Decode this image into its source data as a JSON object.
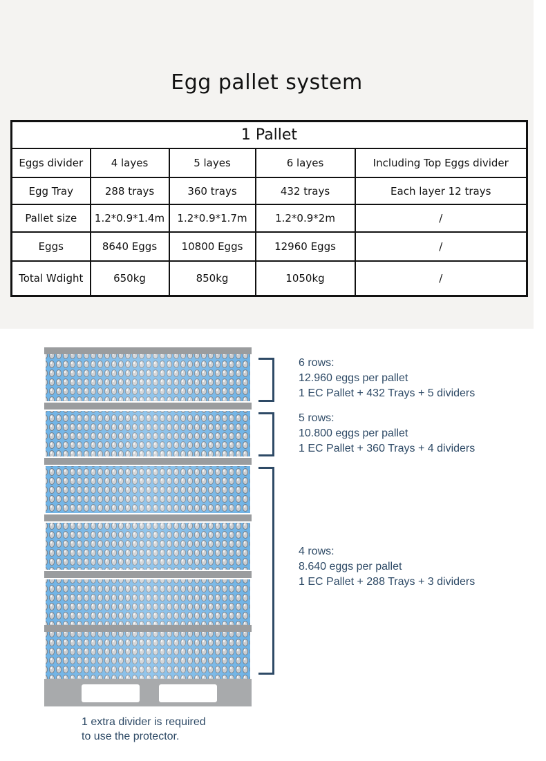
{
  "title": "Egg pallet system",
  "table": {
    "header": "1 Pallet",
    "rows": [
      [
        "Eggs divider",
        "4 layes",
        "5 layes",
        "6 layes",
        "Including Top Eggs divider"
      ],
      [
        "Egg Tray",
        "288 trays",
        "360 trays",
        "432 trays",
        "Each layer 12 trays"
      ],
      [
        "Pallet size",
        "1.2*0.9*1.4m",
        "1.2*0.9*1.7m",
        "1.2*0.9*2m",
        "/"
      ],
      [
        "Eggs",
        "8640 Eggs",
        "10800 Eggs",
        "12960 Eggs",
        "/"
      ],
      [
        "Total Wdight",
        "650kg",
        "850kg",
        "1050kg",
        "/"
      ]
    ]
  },
  "diagram": {
    "groups": [
      {
        "rows": "6 rows:",
        "eggs": "12.960 eggs per pallet",
        "config": "1 EC Pallet + 432 Trays + 5 dividers"
      },
      {
        "rows": "5 rows:",
        "eggs": "10.800 eggs per pallet",
        "config": "1 EC Pallet + 360 Trays + 4 dividers"
      },
      {
        "rows": "4 rows:",
        "eggs": "8.640 eggs per pallet",
        "config": "1 EC Pallet + 288 Trays + 3 dividers"
      }
    ],
    "note_line1": "1 extra divider is required",
    "note_line2": "to use the protector.",
    "colors": {
      "label": "#2e4a66",
      "egg_blue": "#5fa8e0",
      "divider": "#9a9c9e"
    }
  }
}
